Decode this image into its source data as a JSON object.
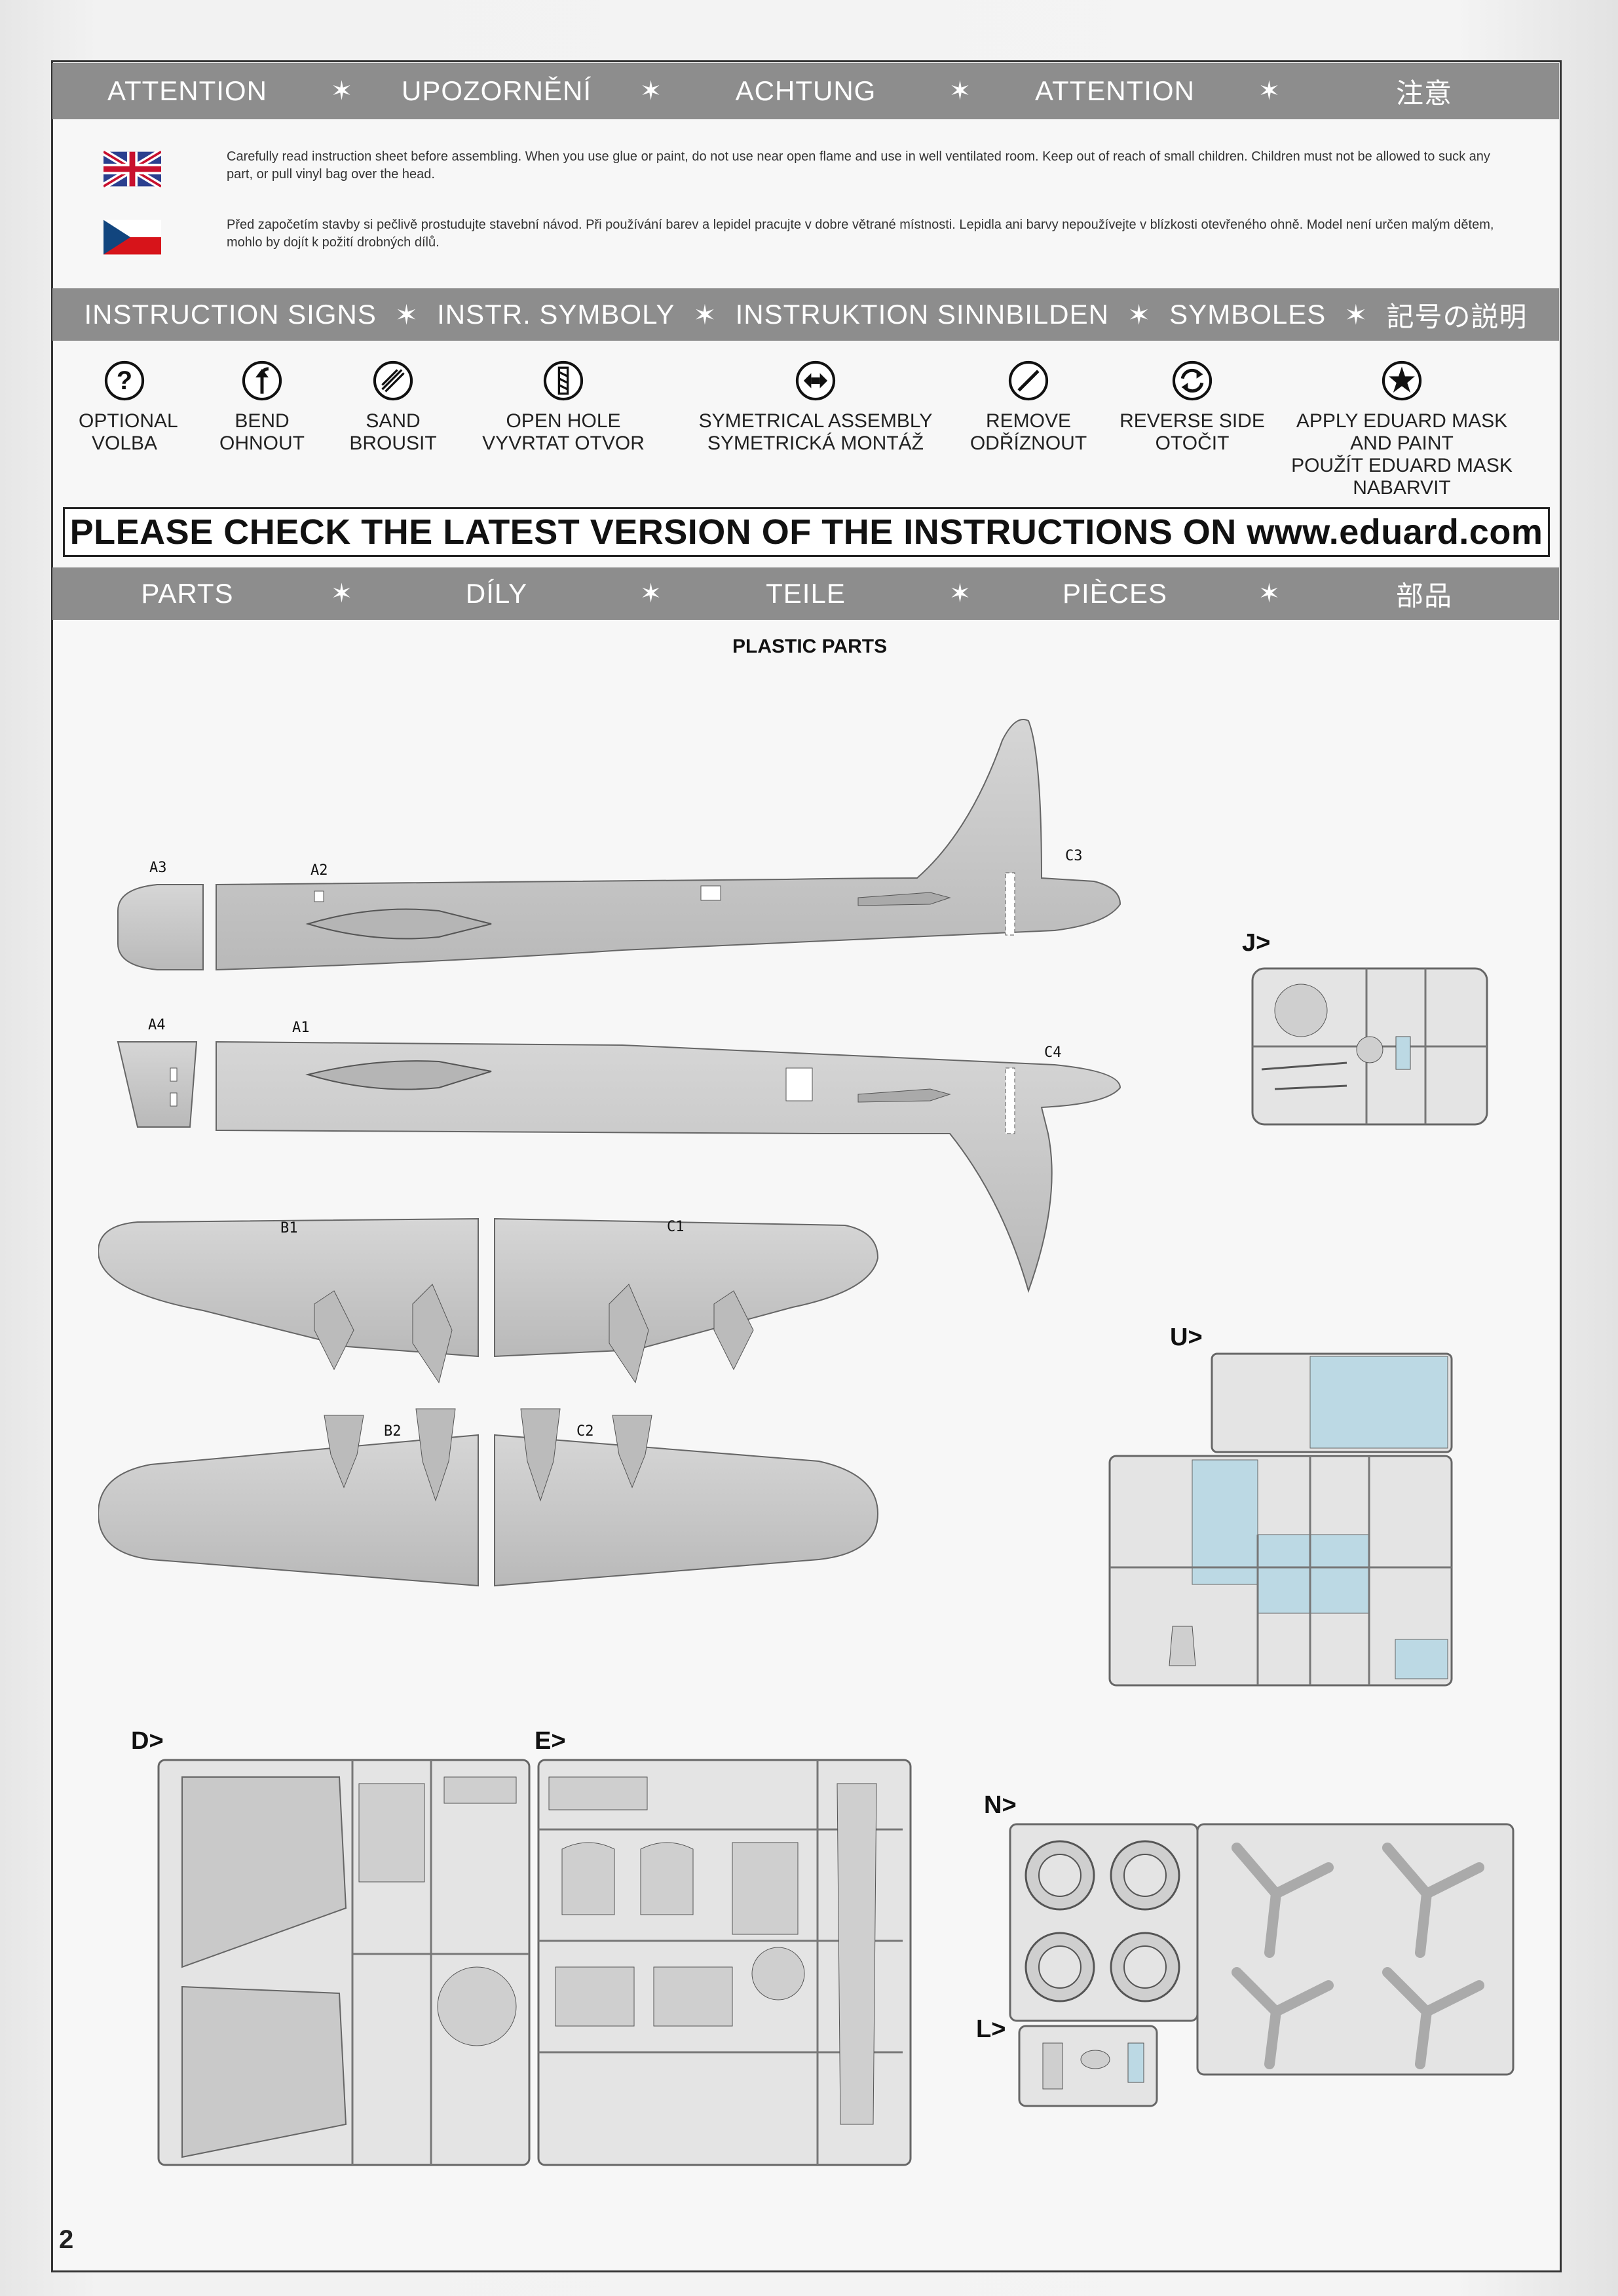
{
  "attention_band": [
    "ATTENTION",
    "UPOZORNĚNÍ",
    "ACHTUNG",
    "ATTENTION",
    "注意"
  ],
  "warnings": {
    "en": "Carefully read instruction sheet before assembling. When you use glue or paint, do not use near open flame and use in well ventilated room. Keep out of reach of small children. Children must not be allowed to suck any part, or pull vinyl bag over the head.",
    "cz": "Před započetím stavby si pečlivě prostudujte stavební návod. Při používání barev a lepidel pracujte v dobre větrané místnosti. Lepidla ani barvy nepoužívejte v blízkosti otevřeného ohně. Model není určen malým dětem, mohlo by dojít k požití drobných dílů."
  },
  "signs_band": [
    "INSTRUCTION SIGNS",
    "INSTR. SYMBOLY",
    "INSTRUKTION SINNBILDEN",
    "SYMBOLES",
    "記号の説明"
  ],
  "signs": [
    {
      "icon": "question-icon",
      "lines": [
        "OPTIONAL",
        "VOLBA"
      ]
    },
    {
      "icon": "bend-icon",
      "lines": [
        "BEND",
        "OHNOUT"
      ]
    },
    {
      "icon": "sand-icon",
      "lines": [
        "SAND",
        "BROUSIT"
      ]
    },
    {
      "icon": "drill-icon",
      "lines": [
        "OPEN HOLE",
        "VYVRTAT OTVOR"
      ]
    },
    {
      "icon": "symmetric-icon",
      "lines": [
        "SYMETRICAL ASSEMBLY",
        "SYMETRICKÁ MONTÁŽ"
      ]
    },
    {
      "icon": "cut-icon",
      "lines": [
        "REMOVE",
        "ODŘÍZNOUT"
      ]
    },
    {
      "icon": "reverse-icon",
      "lines": [
        "REVERSE SIDE",
        "OTOČIT"
      ]
    },
    {
      "icon": "mask-icon",
      "lines": [
        "APPLY EDUARD MASK",
        "AND PAINT",
        "POUŽÍT EDUARD MASK",
        "NABARVIT"
      ]
    }
  ],
  "check_notice": "PLEASE CHECK THE LATEST VERSION OF THE INSTRUCTIONS ON www.eduard.com",
  "parts_band": [
    "PARTS",
    "DÍLY",
    "TEILE",
    "PIÈCES",
    "部品"
  ],
  "plastic_parts_title": "PLASTIC PARTS",
  "part_labels": {
    "A3": "A3",
    "A2": "A2",
    "C3": "C3",
    "A4": "A4",
    "A1": "A1",
    "C4": "C4",
    "B1": "B1",
    "C1": "C1",
    "B2": "B2",
    "C2": "C2"
  },
  "sprues": {
    "J": "J>",
    "U": "U>",
    "D": "D>",
    "E": "E>",
    "N": "N>",
    "L": "L>"
  },
  "page_number": "2",
  "colors": {
    "band": "#8d8d8d",
    "clear_parts": "#bcd9e4",
    "plastic": "#c9c9c9"
  }
}
